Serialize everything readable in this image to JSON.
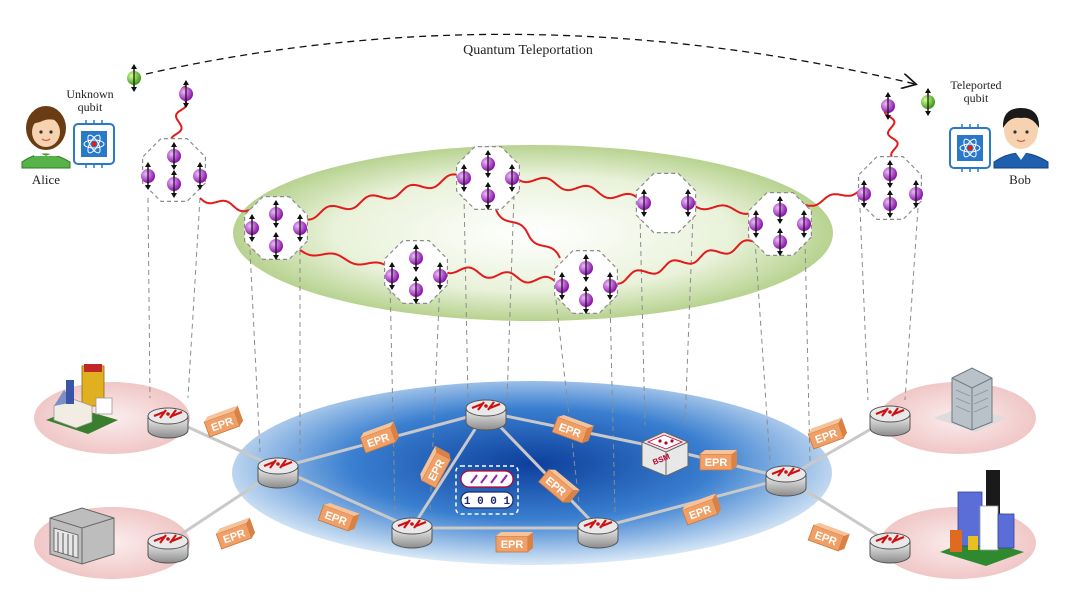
{
  "title": "Quantum Teleportation",
  "alice": {
    "name": "Alice",
    "qubit_label_line1": "Unknown",
    "qubit_label_line2": "qubit"
  },
  "bob": {
    "name": "Bob",
    "qubit_label_line1": "Teleported",
    "qubit_label_line2": "qubit"
  },
  "link_label": "EPR",
  "bsm_label": "BSM",
  "memory_bits": "1 0 0 1",
  "colors": {
    "entanglement": "#e21b1b",
    "qubit": "#9a1fb8",
    "teleported_qubit": "#5fba2c",
    "epr_block": "#f0a067",
    "network_disk": "#3a7fd0",
    "entangled_ellipse": "#b7d28d",
    "site_ellipse": "#f1c9c9"
  },
  "icons": [
    "router-icon",
    "building-icon",
    "server-icon",
    "skyscraper-icon",
    "quantum-chip-icon",
    "person-icon",
    "bsm-device-icon",
    "quantum-memory-icon"
  ]
}
